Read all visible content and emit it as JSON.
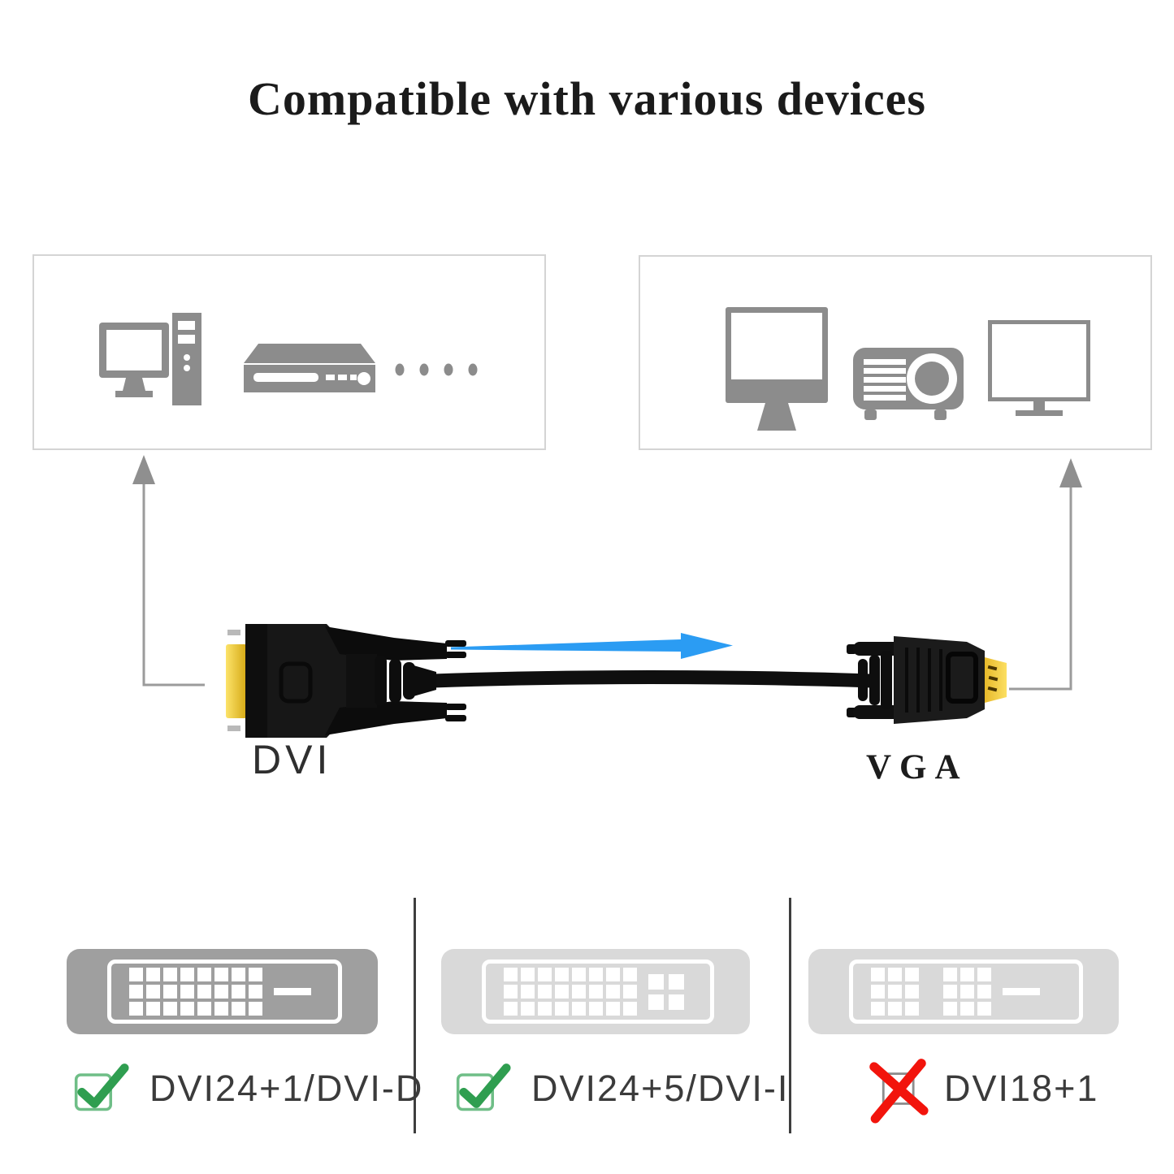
{
  "title": "Compatible with various devices",
  "source_devices_box": {
    "icons": [
      "desktop-computer",
      "dvd-player",
      "more-devices-dots"
    ]
  },
  "display_devices_box": {
    "icons": [
      "monitor",
      "projector",
      "tv"
    ]
  },
  "cable": {
    "left_connector_label": "DVI",
    "right_connector_label": "VGA"
  },
  "compatibility_items": [
    {
      "label": "DVI24+1/DVI-D",
      "status": "supported",
      "connector_shade": "dark",
      "pin_groups": [
        {
          "rows": 3,
          "cols": 8
        }
      ],
      "extra_pins_2x2": false,
      "flat_blade": true
    },
    {
      "label": "DVI24+5/DVI-I",
      "status": "supported",
      "connector_shade": "light",
      "pin_groups": [
        {
          "rows": 3,
          "cols": 8
        }
      ],
      "extra_pins_2x2": true,
      "flat_blade": false
    },
    {
      "label": "DVI18+1",
      "status": "not-supported",
      "connector_shade": "light",
      "pin_groups": [
        {
          "rows": 3,
          "cols": 3
        },
        {
          "rows": 3,
          "cols": 3
        }
      ],
      "extra_pins_2x2": false,
      "flat_blade": true
    }
  ],
  "colors": {
    "check_green": "#2f9e50",
    "checkbox_green": "#6fbe87",
    "cross_red": "#f2140c",
    "cross_box_gray": "#8d8d8d",
    "arrow_blue": "#2b9cf3",
    "connector_gold": "#f2c21f",
    "icon_gray": "#8c8c8c",
    "arrow_gray": "#9b9b9b",
    "dark_connector_gray": "#9f9f9f",
    "light_connector_gray": "#d9d9d9"
  }
}
